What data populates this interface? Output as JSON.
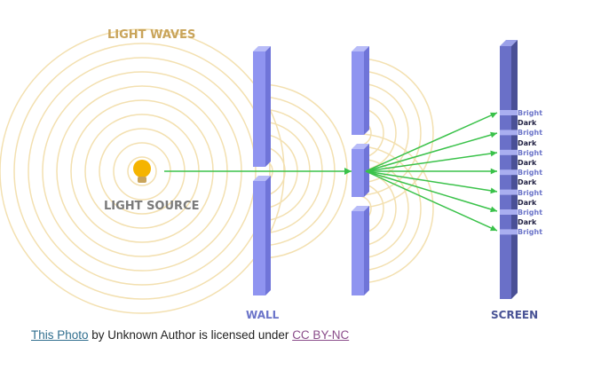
{
  "diagram": {
    "title": "LIGHT WAVES",
    "source_label": "LIGHT SOURCE",
    "wall_label": "WALL",
    "screen_label": "SCREEN",
    "bands": [
      "Bright",
      "Dark",
      "Bright",
      "Dark",
      "Bright",
      "Dark",
      "Bright",
      "Dark",
      "Bright",
      "Dark",
      "Bright",
      "Dark",
      "Bright"
    ],
    "colors": {
      "title": "#c9a45a",
      "wall_label": "#6b74c9",
      "screen_label": "#4a5496",
      "wave": "#f3e0b0",
      "ray": "#3ac24a",
      "wall": "#8f94f0",
      "screen": "#6a70c8",
      "bright": "#6b74c9",
      "dark": "#222244",
      "bulb": "#f5b400"
    }
  },
  "caption": {
    "photo_link": "This Photo",
    "text_middle": " by Unknown Author is licensed under ",
    "license_link": "CC BY-NC",
    "photo_link_color": "#2f6e8e",
    "license_link_color": "#8a4c8a"
  }
}
